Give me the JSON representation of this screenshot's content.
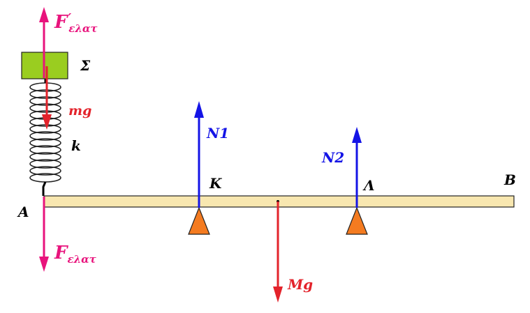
{
  "labels": {
    "f_top_main": "F",
    "f_top_prime": "′",
    "f_top_sub": "ελατ",
    "f_bottom_main": "F",
    "f_bottom_sub": "ελατ",
    "block": "Σ",
    "mg": "mg",
    "k": "k",
    "point_a": "A",
    "point_b": "B",
    "point_k": "K",
    "point_lambda": "Λ",
    "n1": "N1",
    "n2": "N2",
    "big_mg": "Mg"
  },
  "colors": {
    "pink": "#e8137c",
    "red": "#e3232b",
    "blue": "#1414e6",
    "black": "#000000",
    "block_fill": "#9acd20",
    "beam_fill": "#f8e7b0",
    "support_fill": "#f47b20"
  }
}
